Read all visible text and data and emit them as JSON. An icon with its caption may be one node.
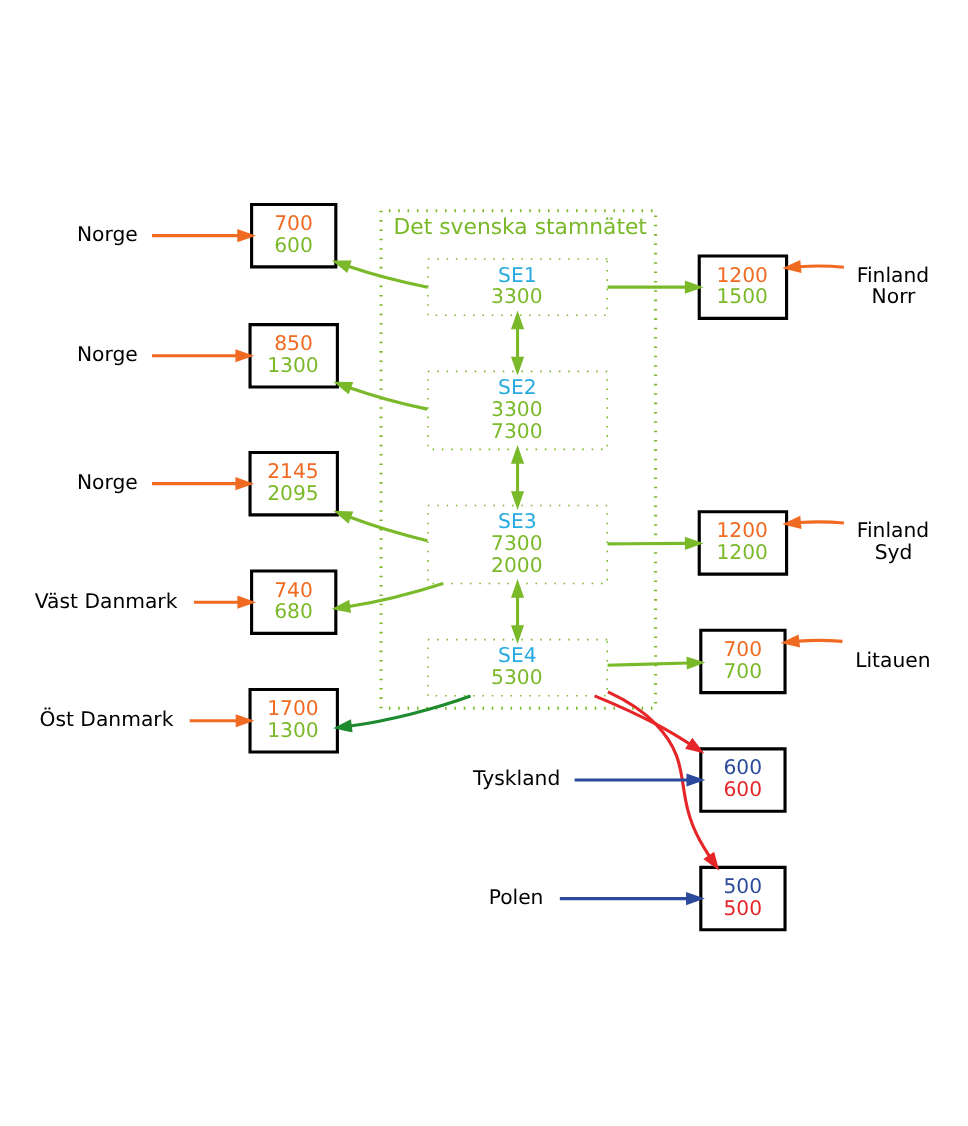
{
  "diagram": {
    "nodes": [
      {
        "text": [
          "Det svenska stamnätet"
        ]
      },
      {
        "text": [
          "SE1",
          "3300"
        ],
        "in": 0
      },
      {
        "text": [
          "SE2",
          "3300",
          "7300"
        ],
        "in": 0
      },
      {
        "text": [
          "SE3",
          "7300",
          "2000"
        ],
        "in": 0
      },
      {
        "text": [
          "SE4",
          "5300"
        ],
        "in": 0
      },
      {
        "text": [
          "Norge"
        ]
      },
      {
        "text": [
          "700",
          "600"
        ]
      },
      {
        "text": [
          "Finland",
          "Norr"
        ]
      },
      {
        "text": [
          "1200",
          "1500"
        ]
      },
      {
        "text": [
          "Norge"
        ]
      },
      {
        "text": [
          "850",
          "1300"
        ]
      },
      {
        "text": [
          "Norge"
        ]
      },
      {
        "text": [
          "2145",
          "2095"
        ]
      },
      {
        "text": [
          "Finland",
          "Syd"
        ]
      },
      {
        "text": [
          "1200",
          "1200"
        ]
      },
      {
        "text": [
          "Väst Danmark"
        ]
      },
      {
        "text": [
          "740",
          "680"
        ]
      },
      {
        "text": [
          "Litauen"
        ]
      },
      {
        "text": [
          "700",
          "700"
        ]
      },
      {
        "text": [
          "Öst Danmark"
        ]
      },
      {
        "text": [
          "1700",
          "1300"
        ]
      },
      {
        "text": [
          "600",
          "600"
        ]
      },
      {
        "text": [
          "Tyskland"
        ]
      },
      {
        "text": [
          "500",
          "500"
        ]
      },
      {
        "text": [
          "Polen"
        ]
      }
    ],
    "edges": [
      {
        "from": 5,
        "to": 6,
        "arrow": "to",
        "color": "#f06a22"
      },
      {
        "from": 1,
        "to": 6,
        "arrow": "to"
      },
      {
        "from": 7,
        "to": 8,
        "arrow": "to",
        "color": "#f06a22"
      },
      {
        "from": 1,
        "to": 8,
        "arrow": "to"
      },
      {
        "from": 1,
        "to": 2,
        "arrow": "both"
      },
      {
        "from": 9,
        "to": 10,
        "arrow": "to",
        "color": "#f06a22"
      },
      {
        "from": 2,
        "to": 10,
        "arrow": "to"
      },
      {
        "from": 2,
        "to": 3,
        "arrow": "both"
      },
      {
        "from": 11,
        "to": 12,
        "arrow": "to",
        "color": "#f06a22"
      },
      {
        "from": 3,
        "to": 12,
        "arrow": "to"
      },
      {
        "from": 13,
        "to": 14,
        "arrow": "to",
        "color": "#f06a22"
      },
      {
        "from": 3,
        "to": 14,
        "arrow": "to"
      },
      {
        "from": 15,
        "to": 16,
        "arrow": "to",
        "color": "#f06a22"
      },
      {
        "from": 3,
        "to": 16,
        "arrow": "to"
      },
      {
        "from": 3,
        "to": 4,
        "arrow": "both"
      },
      {
        "from": 17,
        "to": 18,
        "arrow": "to",
        "color": "#f06a22"
      },
      {
        "from": 4,
        "to": 18,
        "arrow": "to"
      },
      {
        "from": 19,
        "to": 20,
        "arrow": "to",
        "color": "#f06a22"
      },
      {
        "from": 4,
        "to": 20,
        "arrow": "to",
        "color": "#1d8a2e"
      },
      {
        "from": 4,
        "to": 21,
        "arrow": "to",
        "color": "#e52528"
      },
      {
        "from": 22,
        "to": 21,
        "arrow": "to",
        "color": "#2b4a9b"
      },
      {
        "from": 4,
        "to": 23,
        "arrow": "to",
        "color": "#e52528"
      },
      {
        "from": 24,
        "to": 23,
        "arrow": "to",
        "color": "#2b4a9b"
      }
    ]
  }
}
